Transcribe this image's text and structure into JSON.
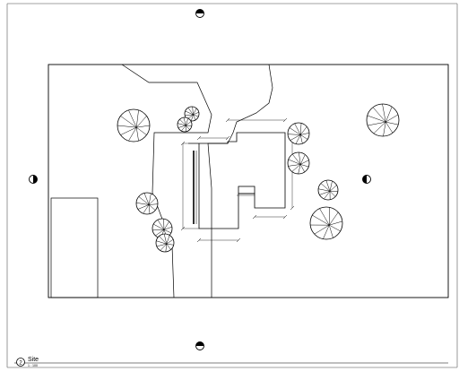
{
  "view": {
    "number": "2",
    "title": "Site",
    "scale": "1 : 100"
  },
  "colors": {
    "line": "#000000",
    "frame": "#808080",
    "background": "#ffffff"
  },
  "icons": [
    "elevation-marker-icon",
    "tree-symbol-icon",
    "view-number-icon"
  ]
}
